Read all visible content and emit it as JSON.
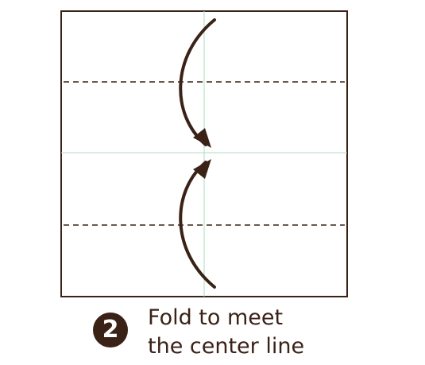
{
  "step": {
    "number": "2",
    "text_line_1": "Fold to meet",
    "text_line_2": "the center line"
  },
  "colors": {
    "paper_outline": "#3a2217",
    "arrow": "#3a2217",
    "fold_line": "#3a2217",
    "crease_line": "#a8dcc0",
    "badge_background": "#3a2217",
    "badge_text": "#ffffff",
    "text": "#3a2217"
  }
}
